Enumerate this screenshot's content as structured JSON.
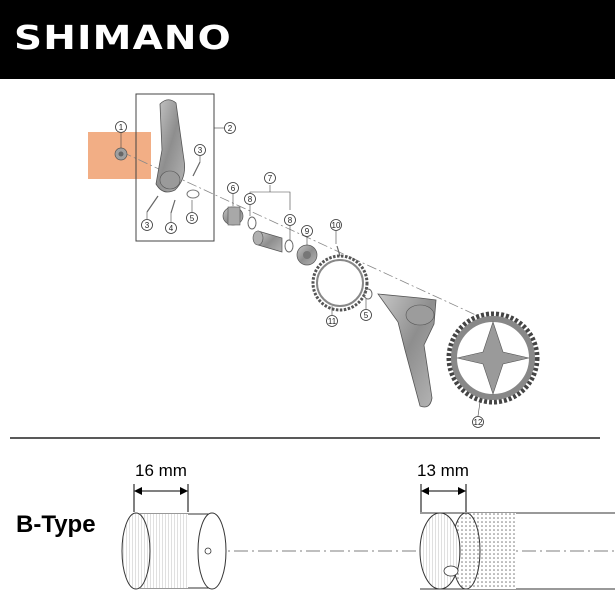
{
  "header": {
    "brand": "SHIMANO",
    "background": "#000000"
  },
  "exploded_view": {
    "callouts": [
      "1",
      "2",
      "3",
      "3",
      "4",
      "5",
      "6",
      "7",
      "8",
      "8",
      "9",
      "10",
      "11",
      "5",
      "12"
    ],
    "highlight_color": "#f0a070"
  },
  "b_type_section": {
    "title": "B-Type",
    "left_dimension": "16 mm",
    "right_dimension": "13 mm"
  }
}
